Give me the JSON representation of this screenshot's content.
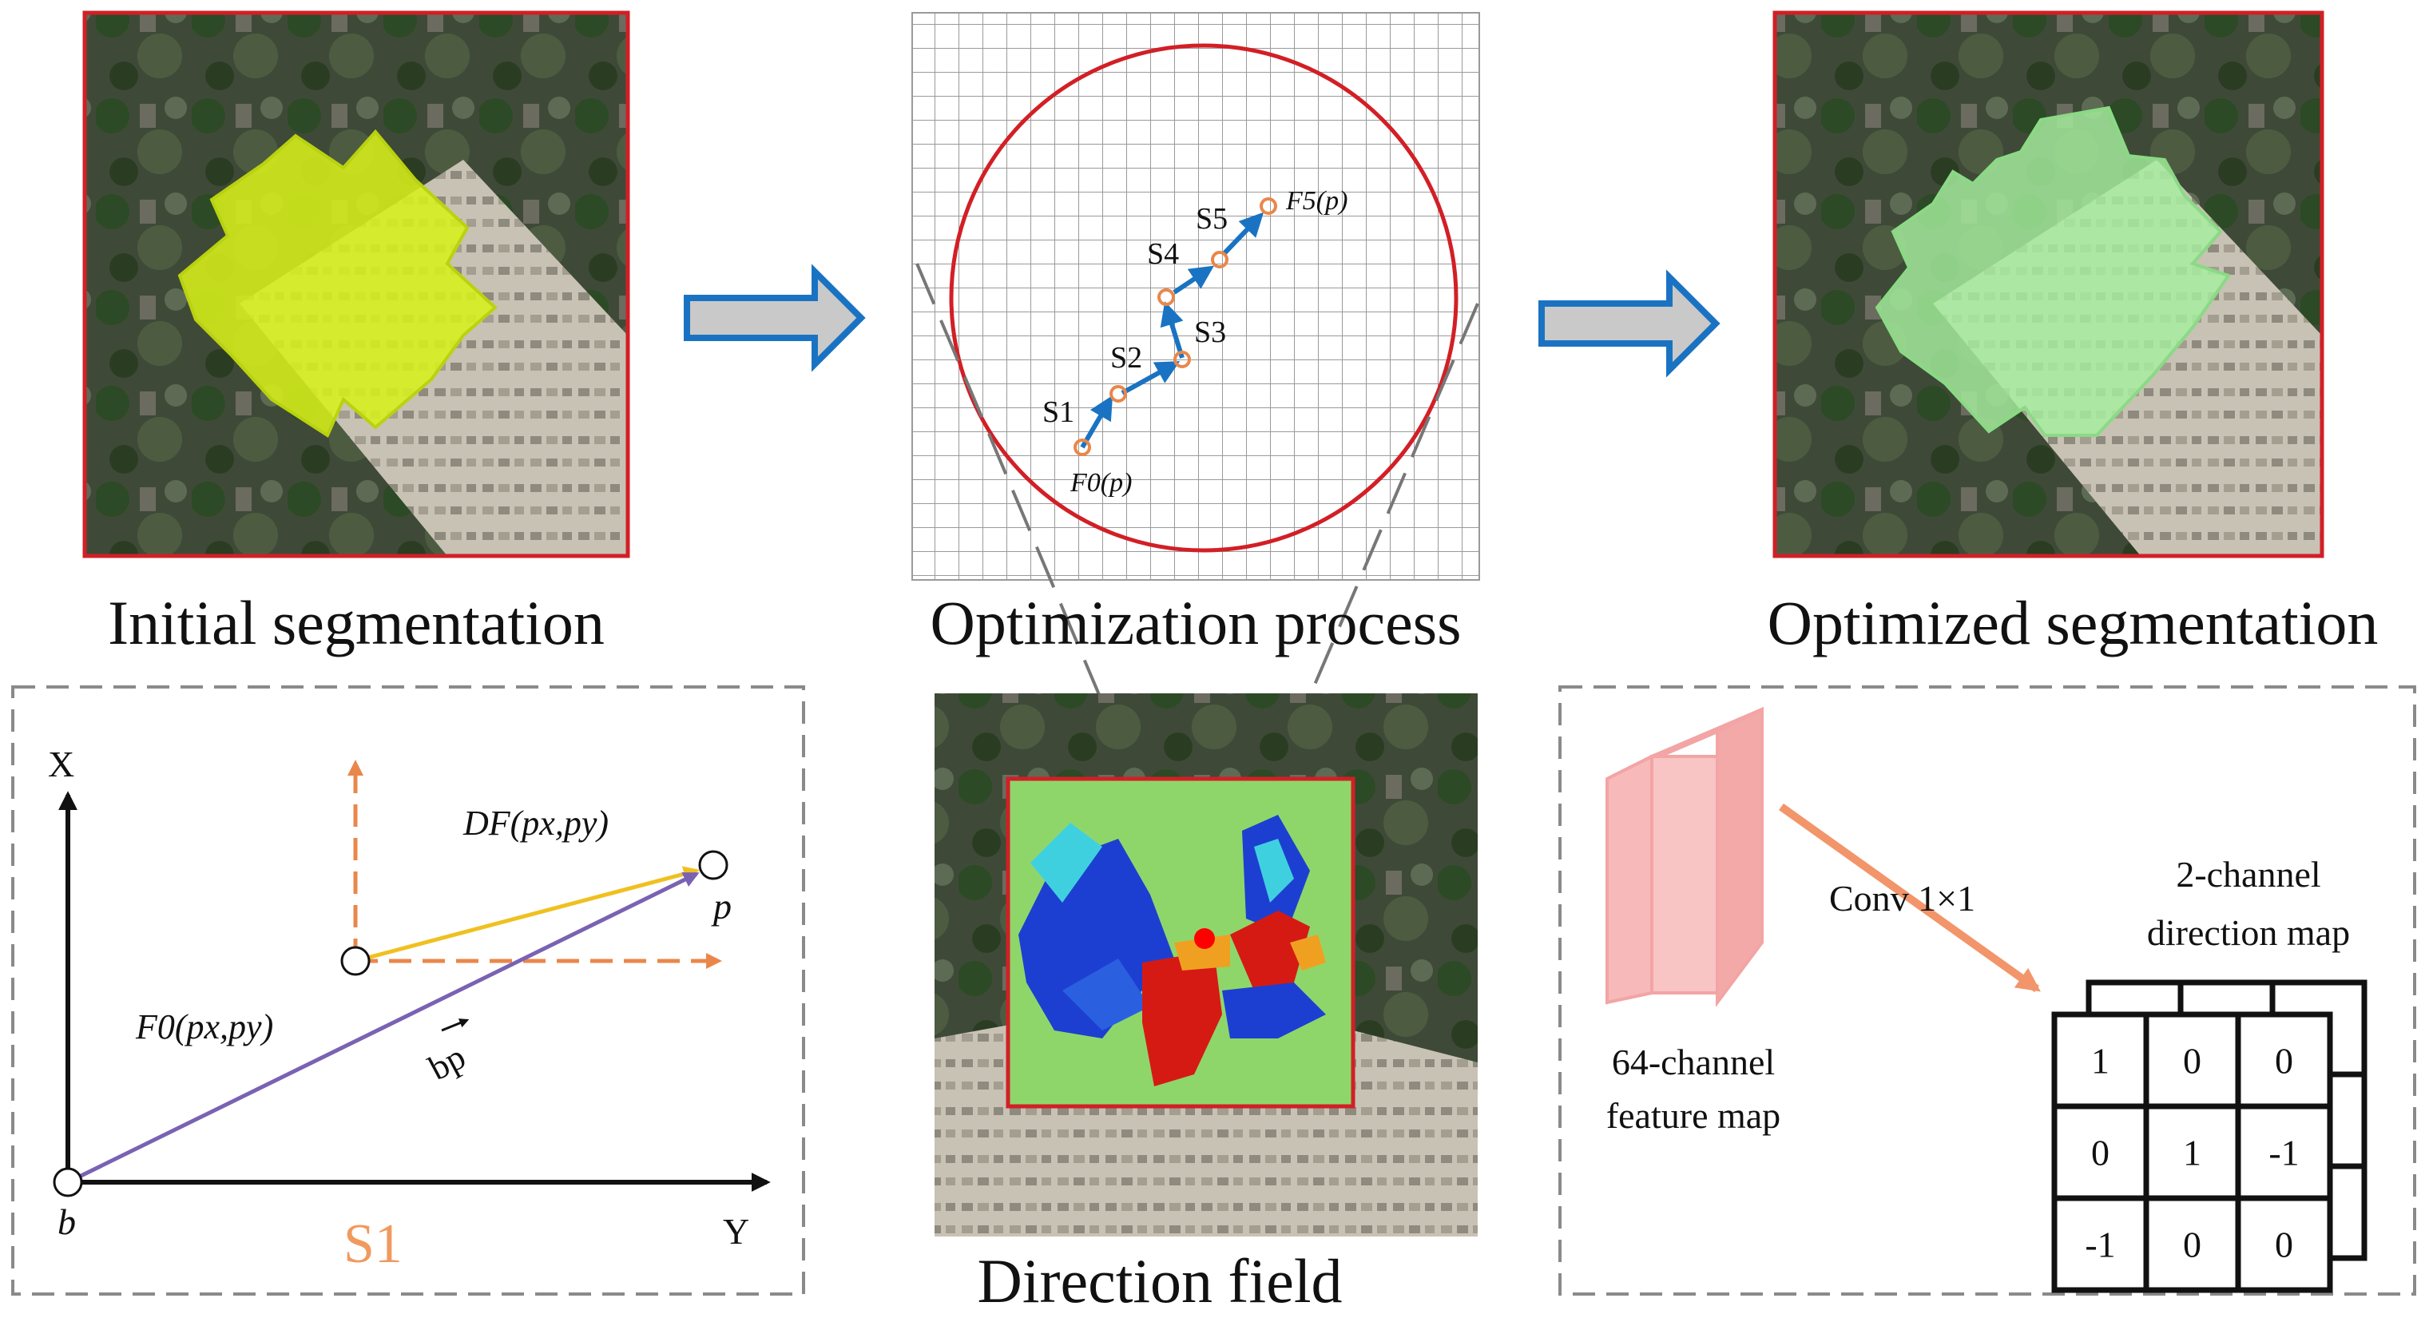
{
  "captions": {
    "initial": "Initial segmentation",
    "optimization": "Optimization process",
    "optimized": "Optimized segmentation",
    "direction_field": "Direction field"
  },
  "steps": {
    "f0": "F0(p)",
    "f5": "F5(p)",
    "s1": "S1",
    "s2": "S2",
    "s3": "S3",
    "s4": "S4",
    "s5": "S5"
  },
  "vector_panel": {
    "axis_x": "X",
    "axis_y": "Y",
    "origin": "b",
    "point": "p",
    "df_label": "DF(px,py)",
    "f0_label": "F0(px,py)",
    "bp_label": "bp",
    "step_label": "S1"
  },
  "conv_panel": {
    "feature_label_line1": "64-channel",
    "feature_label_line2": "feature map",
    "conv_label": "Conv 1×1",
    "direction_label_line1": "2-channel",
    "direction_label_line2": "direction map",
    "grid_values": [
      [
        "1",
        "0",
        "0"
      ],
      [
        "0",
        "1",
        "-1"
      ],
      [
        "-1",
        "0",
        "0"
      ]
    ]
  },
  "colors": {
    "segmentation_yellow": "#d7f01a",
    "segmentation_green": "#a6ef9f",
    "frame_red": "#d21f26",
    "arrow_blue": "#1a73c2",
    "step_orange": "#e9874a",
    "df_yellow": "#f0c020",
    "vector_purple": "#7a62b3",
    "conv_arrow": "#f2956a",
    "feature_pink": "#f7b9b9"
  }
}
